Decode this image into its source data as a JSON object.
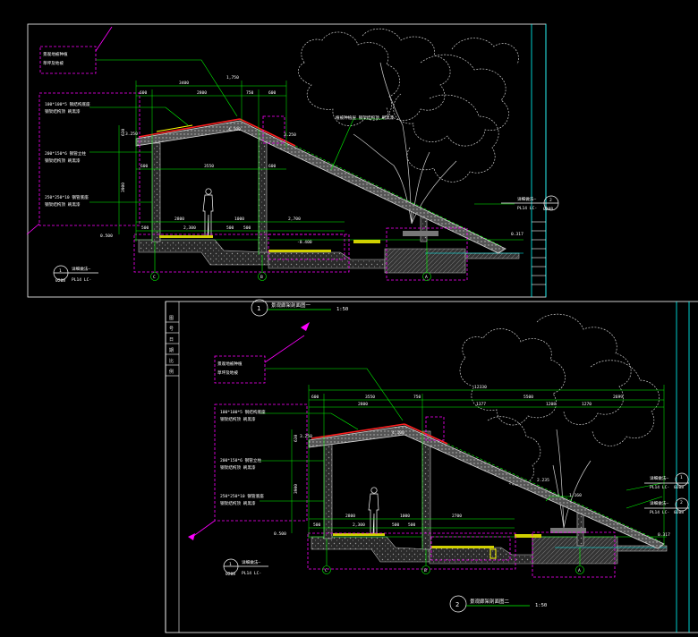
{
  "sheet_1": {
    "callout_top": [
      "景观地被种植",
      "草坪及地被"
    ],
    "callout_left": [
      "100*100*5 钢结构底座",
      "钢架结构顶 刷黑漆",
      "200*150*6 钢管立柱",
      "钢架结构顶 刷黑漆",
      "250*250*10 钢管底座",
      "钢架结构顶 刷黑漆"
    ],
    "dim_top": [
      "3400",
      "1,750",
      "600",
      "2800",
      "750",
      "600"
    ],
    "dim_mid": [
      "600",
      "3550",
      "600"
    ],
    "dim_bottom": [
      "2800",
      "1000",
      "2,700"
    ],
    "dim_bottom2": [
      "500",
      "2,300",
      "500",
      "500"
    ],
    "dim_vertical": [
      "3900",
      "630"
    ],
    "level_labels": [
      "3.250",
      "4.100",
      "3.250",
      "0.500",
      "0.317",
      "-0.400"
    ],
    "roof_note": "植被种植层 钢架结构顶 刷黑漆",
    "axis_marks": [
      "C",
      "B",
      "A"
    ],
    "detail_left": {
      "num": "1",
      "sheet": "0208",
      "caption": "详细做法—",
      "sub": "PL14 LC-"
    },
    "detail_right": {
      "num": "2",
      "sheet": "0208",
      "caption": "详细做法—",
      "sub": "PL14 LC-"
    },
    "title": {
      "num": "1",
      "text": "景观廊架剖面图一",
      "scale": "1:50"
    }
  },
  "sheet_2": {
    "callout_top": [
      "景观地被种植",
      "草坪及地被"
    ],
    "callout_left": [
      "100*100*5 钢结构底座",
      "钢架结构顶 刷黑漆",
      "200*150*6 钢管立柱",
      "钢架结构顶 刷黑漆",
      "250*250*10 钢管底座",
      "钢架结构顶 刷黑漆"
    ],
    "dim_overall": "12330",
    "dim_top": [
      "600",
      "3550",
      "750",
      "5500",
      "2699"
    ],
    "dim_mid": [
      "2800",
      "1377",
      "1208",
      "1270"
    ],
    "dim_bottom": [
      "2800",
      "1000",
      "2700"
    ],
    "dim_bottom2": [
      "500",
      "2,300",
      "500",
      "500"
    ],
    "dim_vertical": [
      "3900",
      "630"
    ],
    "level_labels": [
      "3.250",
      "4.100",
      "2.235",
      "1.160",
      "0.317",
      "0.500"
    ],
    "axis_marks": [
      "C",
      "B",
      "A"
    ],
    "detail_left": {
      "num": "1",
      "sheet": "0208",
      "caption": "详细做法—",
      "sub": "PL14 LC-"
    },
    "detail_right_a": {
      "num": "1",
      "sheet": "0208",
      "caption": "详细做法—",
      "sub": "PL14 LC-"
    },
    "detail_right_b": {
      "num": "2",
      "sheet": "0208",
      "caption": "详细做法—",
      "sub": "PL14 LC-"
    },
    "title": {
      "num": "2",
      "text": "景观廊架剖面图二",
      "scale": "1:50"
    }
  },
  "title_block_cells": [
    "图",
    "号",
    "日",
    "期",
    "比",
    "例"
  ],
  "colors": {
    "background": "#000000",
    "frame": "#ffffff",
    "frame_cyan": "#00ffff",
    "dimension": "#00ff00",
    "callout": "#ff00ff",
    "structure": "#909090",
    "roof": "#ff2020",
    "tree": "#d8d8d8"
  }
}
